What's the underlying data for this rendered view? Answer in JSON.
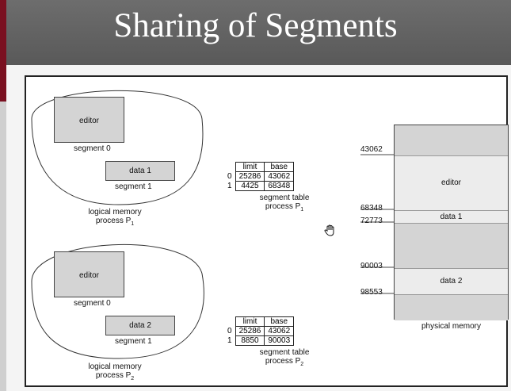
{
  "slide": {
    "title": "Sharing of Segments"
  },
  "process1": {
    "seg0_label": "editor",
    "seg0_name": "segment 0",
    "seg1_label": "data 1",
    "seg1_name": "segment 1",
    "caption_line1": "logical memory",
    "caption_line2": "process P",
    "caption_sub": "1"
  },
  "process2": {
    "seg0_label": "editor",
    "seg0_name": "segment 0",
    "seg1_label": "data 2",
    "seg1_name": "segment 1",
    "caption_line1": "logical memory",
    "caption_line2": "process P",
    "caption_sub": "2"
  },
  "segtable1": {
    "headers": [
      "limit",
      "base"
    ],
    "rows": [
      {
        "index": "0",
        "limit": "25286",
        "base": "43062"
      },
      {
        "index": "1",
        "limit": "4425",
        "base": "68348"
      }
    ],
    "caption_line1": "segment table",
    "caption_line2": "process P",
    "caption_sub": "1"
  },
  "segtable2": {
    "headers": [
      "limit",
      "base"
    ],
    "rows": [
      {
        "index": "0",
        "limit": "25286",
        "base": "43062"
      },
      {
        "index": "1",
        "limit": "8850",
        "base": "90003"
      }
    ],
    "caption_line1": "segment table",
    "caption_line2": "process P",
    "caption_sub": "2"
  },
  "physical_memory": {
    "caption": "physical memory",
    "addresses": [
      "43062",
      "68348",
      "72773",
      "90003",
      "98553"
    ],
    "segments": [
      "editor",
      "data 1",
      "data 2"
    ]
  },
  "colors": {
    "titlebar": "#5f5f5f",
    "accent": "#7a1020",
    "segment_fill": "#d4d4d4",
    "memory_light": "#ececec"
  },
  "icons": [
    "hand-cursor-icon"
  ]
}
